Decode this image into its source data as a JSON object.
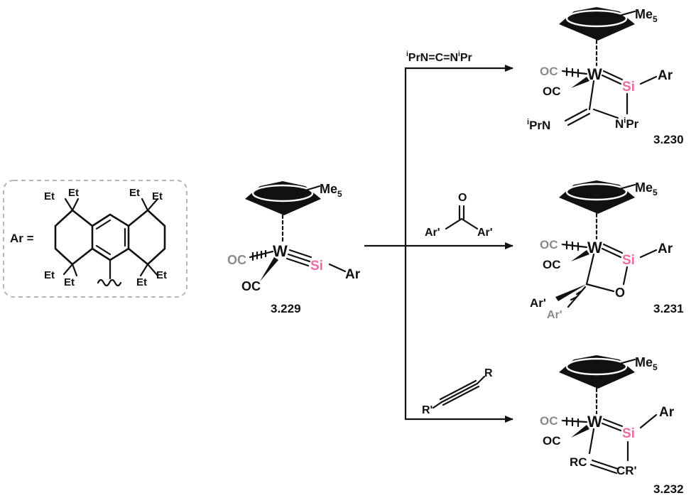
{
  "ar_box": {
    "ar_label": "Ar =",
    "et": "Et"
  },
  "complex_229": {
    "me5": "Me5",
    "oc": "OC",
    "w": "W",
    "si": "Si",
    "ar": "Ar",
    "id": "3.229"
  },
  "reagents": {
    "carbodiimide_pre": "i",
    "carbodiimide_mid": "PrN=C=N",
    "carbodiimide_sup": "i",
    "carbodiimide_end": "Pr",
    "ketone_o": "O",
    "ketone_ar": "Ar'",
    "alkyne_r": "R",
    "alkyne_rp": "R'"
  },
  "products": {
    "p230": {
      "id": "3.230",
      "n1_pre": "i",
      "n1": "PrN",
      "n2": "N",
      "n2_sup": "i",
      "n2_end": "Pr"
    },
    "p231": {
      "id": "3.231",
      "o": "O",
      "arp": "Ar'"
    },
    "p232": {
      "id": "3.232",
      "rc": "RC",
      "crp": "CR'"
    }
  },
  "colors": {
    "silicon": "#ef6aa3",
    "carbonyl_gray": "#8a8a8a"
  }
}
